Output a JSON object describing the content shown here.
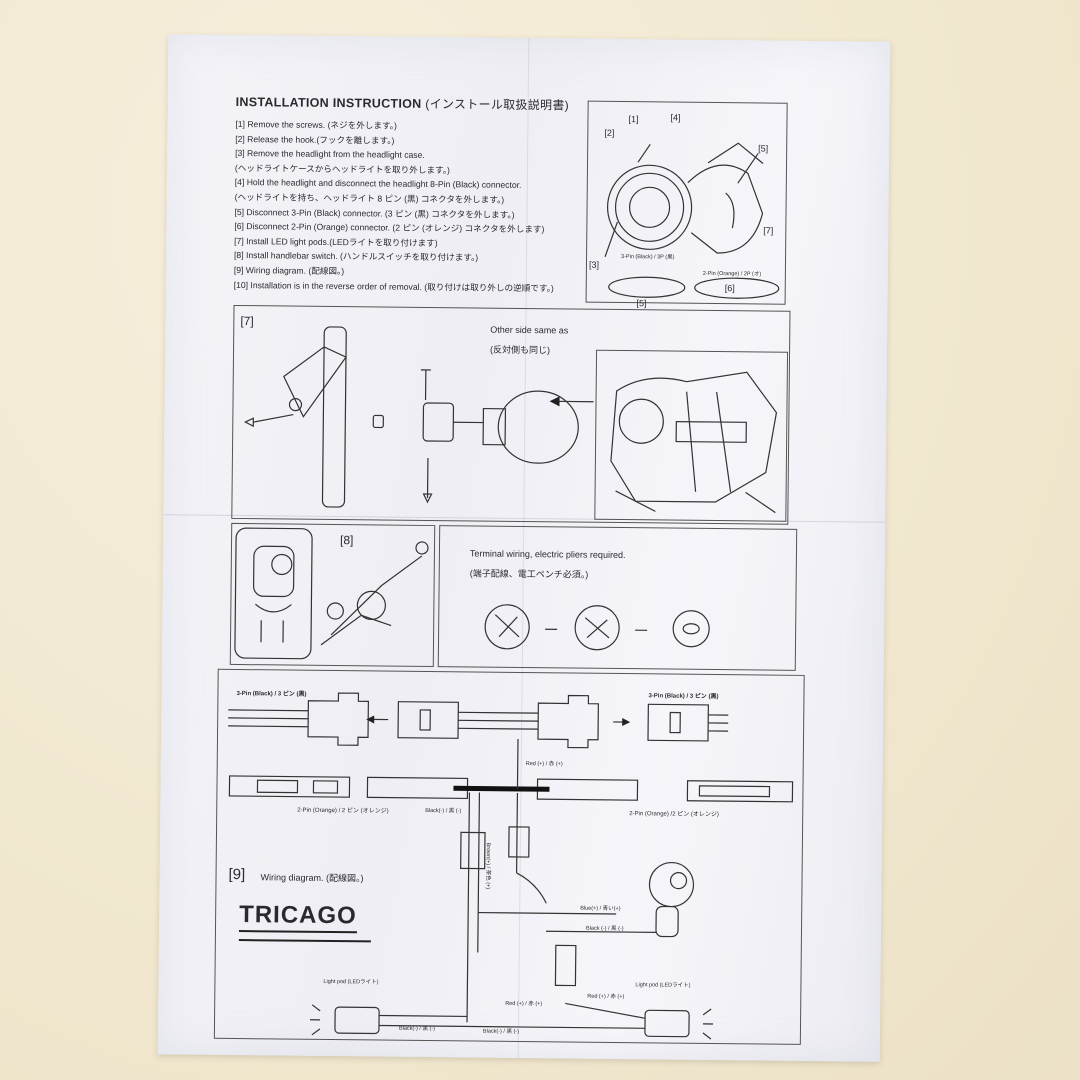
{
  "title": {
    "en": "INSTALLATION INSTRUCTION",
    "jp": "(インストール取扱説明書)"
  },
  "steps": [
    "[1] Remove the screws. (ネジを外します。)",
    "[2] Release the hook.(フックを離します。)",
    "[3] Remove the headlight from the headlight case.",
    "(ヘッドライトケースからヘッドライトを取り外します。)",
    "[4] Hold the headlight and disconnect the headlight 8-Pin (Black) connector.",
    "(ヘッドライトを持ち、ヘッドライト 8 ピン (黒) コネクタを外します。)",
    "[5] Disconnect 3-Pin (Black) connector. (3 ピン (黒) コネクタを外します。)",
    "[6] Disconnect 2-Pin (Orange) connector. (2 ピン (オレンジ) コネクタを外します)",
    "[7] Install LED light pods.(LEDライトを取り付けます)",
    "[8] Install handlebar switch. (ハンドルスイッチを取り付けます。)",
    "[9] Wiring diagram. (配線図。)",
    "[10] Installation is in the reverse order of removal. (取り付けは取り外しの逆順です。)"
  ],
  "fig_top": {
    "callouts": [
      "[1]",
      "[2]",
      "[4]",
      "[5]",
      "[3]",
      "[7]",
      "[5]",
      "[6]"
    ],
    "tiny_left": "3-Pin (Black) / 3P (黒)",
    "tiny_right": "2-Pin (Orange) / 2P (オ)"
  },
  "panel7": {
    "label": "[7]",
    "note_en": "Other side same as",
    "note_jp": "(反対側も同じ)"
  },
  "panel8": {
    "label": "[8]",
    "terminal_en": "Terminal wiring, electric pliers required.",
    "terminal_jp": "(端子配線、電工ペンチ必須。)"
  },
  "panel9": {
    "label": "[9]",
    "title": "Wiring diagram. (配線図。)",
    "pin3_left": "3-Pin (Black) / 3 ピン (黒)",
    "pin3_right": "3-Pin (Black) / 3 ピン (黒)",
    "pin2_left": "2-Pin (Orange) / 2 ピン (オレンジ)",
    "pin2_right": "2-Pin (Orange) /2 ピン (オレンジ)",
    "red_top": "Red (+) / 赤 (+)",
    "black_top": "Black(-) / 黒 (-)",
    "brown": "Brown(+) / 茶色 (+)",
    "blue": "Blue(+) / 青い(+)",
    "black_sw": "Black (-) / 黒 (-)",
    "pod_left": "Light pod (LEDライト)",
    "pod_right": "Light pod (LEDライト)",
    "red_left": "Red (+) / 赤 (+)",
    "red_right": "Red (+) / 赤 (+)",
    "black_left": "Black(-) / 黒 (-)",
    "black_bottom": "Black(-) / 黒 (-)"
  },
  "brand": "TRICAGO"
}
